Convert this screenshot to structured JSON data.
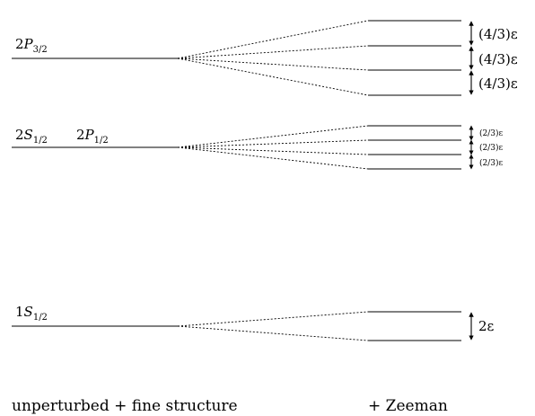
{
  "levels": {
    "p32": {
      "prefix": "2",
      "letter": "P",
      "sub": "3/2"
    },
    "s12": {
      "prefix": "2",
      "letter": "S",
      "sub": "1/2"
    },
    "p12": {
      "prefix": "2",
      "letter": "P",
      "sub": "1/2"
    },
    "g12": {
      "prefix": "1",
      "letter": "S",
      "sub": "1/2"
    }
  },
  "spacings": {
    "p32": [
      "(4/3)ε",
      "(4/3)ε",
      "(4/3)ε"
    ],
    "n2": [
      "(2/3)ε",
      "(2/3)ε",
      "(2/3)ε"
    ],
    "ground": "2ε"
  },
  "captions": {
    "left": "unperturbed + fine structure",
    "right": "+ Zeeman"
  }
}
